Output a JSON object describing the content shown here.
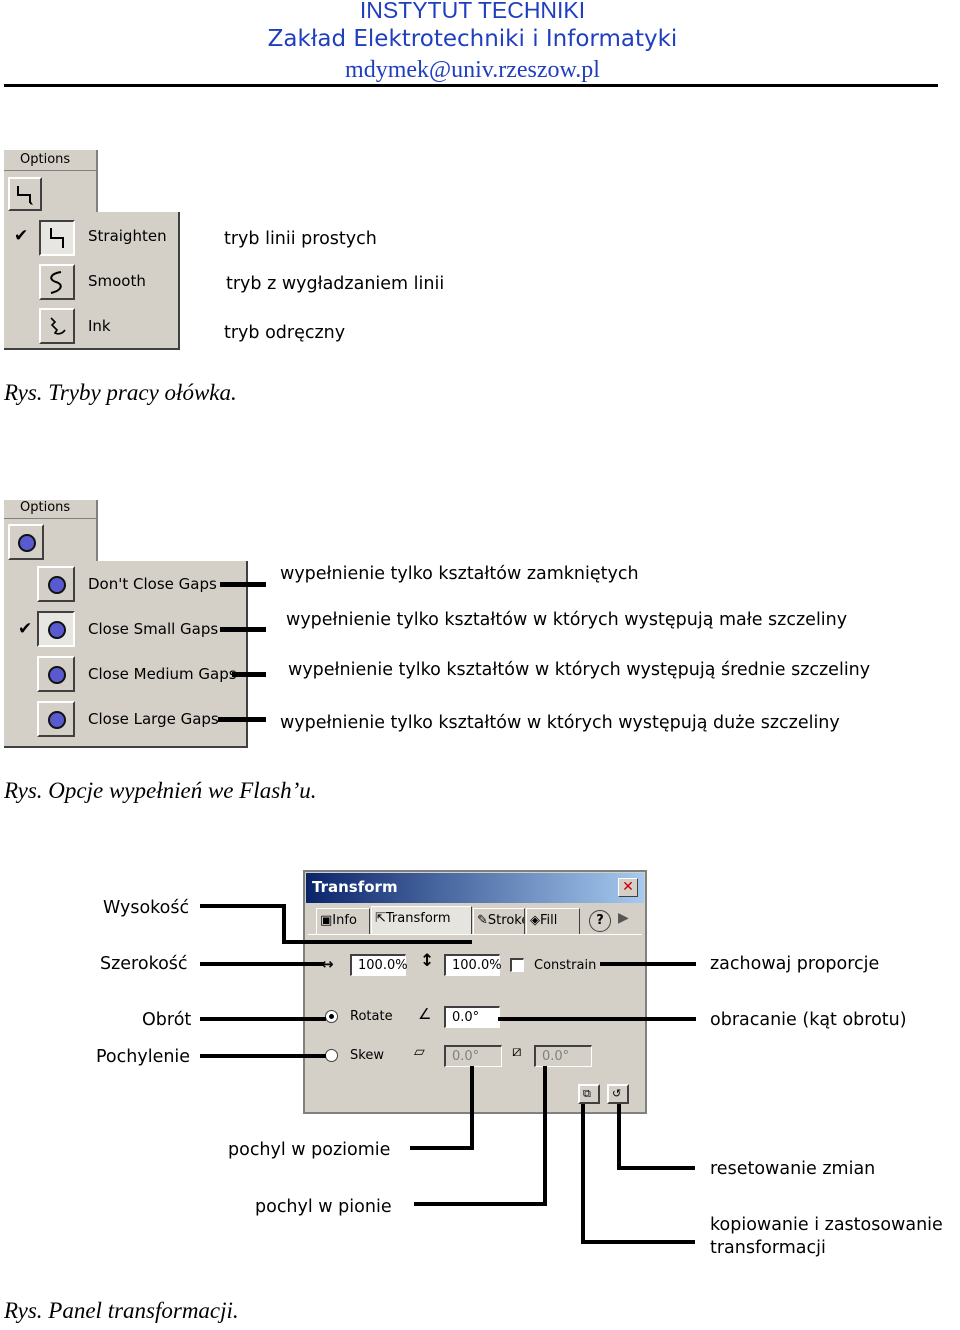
{
  "header": {
    "line1": "INSTYTUT TECHNIKI",
    "line2": "Zakład Elektrotechniki i Informatyki",
    "line3": "mdymek@univ.rzeszow.pl"
  },
  "pencil": {
    "panel_title": "Options",
    "items": [
      {
        "label": "Straighten",
        "icon": "straighten-icon",
        "checked": true
      },
      {
        "label": "Smooth",
        "icon": "smooth-icon",
        "checked": false
      },
      {
        "label": "Ink",
        "icon": "ink-icon",
        "checked": false
      }
    ],
    "descriptions": [
      "tryb linii prostych",
      "tryb z wygładzaniem linii",
      "tryb odręczny"
    ],
    "caption": "Rys. Tryby pracy ołówka."
  },
  "fill": {
    "panel_title": "Options",
    "items": [
      {
        "label": "Don't Close Gaps",
        "checked": false
      },
      {
        "label": "Close Small Gaps",
        "checked": true
      },
      {
        "label": "Close Medium Gaps",
        "checked": false
      },
      {
        "label": "Close Large Gaps",
        "checked": false
      }
    ],
    "descriptions": [
      "wypełnienie tylko kształtów zamkniętych",
      "wypełnienie tylko kształtów w których występują małe szczeliny",
      "wypełnienie tylko kształtów w których występują średnie szczeliny",
      "wypełnienie tylko kształtów w których występują duże szczeliny"
    ],
    "caption": "Rys. Opcje wypełnień we Flash’u."
  },
  "transform": {
    "title": "Transform",
    "tabs": [
      "Info",
      "Transform",
      "Stroke",
      "Fill"
    ],
    "width_value": "100.0%",
    "height_value": "100.0%",
    "constrain_label": "Constrain",
    "rotate_label": "Rotate",
    "rotate_value": "0.0°",
    "skew_label": "Skew",
    "skew_h_value": "0.0°",
    "skew_v_value": "0.0°",
    "left_labels": {
      "height": "Wysokość",
      "width": "Szerokość",
      "rotate": "Obrót",
      "skew": "Pochylenie"
    },
    "right_labels": {
      "constrain": "zachowaj proporcje",
      "rotate": "obracanie (kąt obrotu)",
      "reset": "resetowanie zmian",
      "copy_line1": "kopiowanie i zastosowanie",
      "copy_line2": "transformacji"
    },
    "bottom_labels": {
      "skew_h": "pochyl w poziomie",
      "skew_v": "pochyl w pionie"
    },
    "caption": "Rys. Panel transformacji."
  }
}
